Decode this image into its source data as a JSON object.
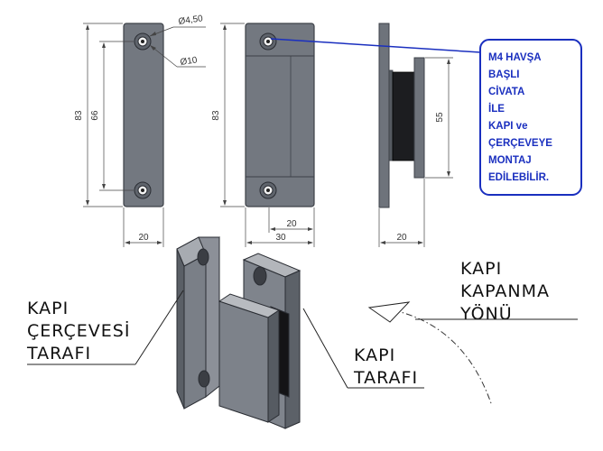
{
  "dimensions": {
    "hole_diameter": "Ø4,50",
    "countersink_diameter": "Ø10",
    "frame_height": "83",
    "hole_spacing": "66",
    "frame_width": "20",
    "door_height": "83",
    "door_inner_width": "20",
    "door_width": "30",
    "magnet_height": "55",
    "side_depth": "20"
  },
  "note": {
    "lines": [
      "M4 HAVŞA",
      "BAŞLI",
      "CİVATA",
      "İLE",
      "KAPI ve",
      "ÇERÇEVEYE",
      "MONTAJ",
      "EDİLEBİLİR."
    ]
  },
  "labels": {
    "frame_side": [
      "KAPI",
      "ÇERÇEVESİ",
      "TARAFI"
    ],
    "door_side": [
      "KAPI",
      "TARAFI"
    ],
    "closing_direction": [
      "KAPI",
      "KAPANMA",
      "YÖNÜ"
    ]
  },
  "colors": {
    "plate": "#737880",
    "plate_edge": "#3d4148",
    "note_border": "#1a2fbf",
    "note_text": "#1a2fbf"
  }
}
